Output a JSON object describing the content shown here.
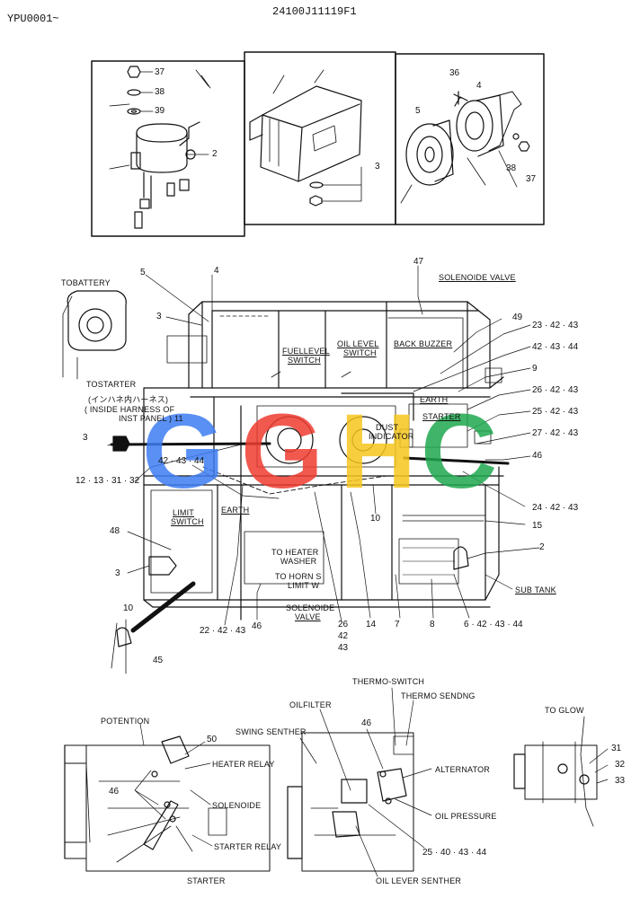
{
  "header": {
    "model_code": "YPU0001~",
    "drawing_number": "24100J11119F1"
  },
  "colors": {
    "line": "#111111",
    "watermark_blue": "#3d7df2",
    "watermark_red": "#ee3b2f",
    "watermark_yellow": "#f6c51c",
    "watermark_green": "#1fa84f"
  },
  "watermark": {
    "text": "GGHC"
  },
  "top_panels": {
    "left": {
      "callouts": [
        "37",
        "38",
        "39",
        "2"
      ]
    },
    "middle": {
      "callouts": [
        "3"
      ]
    },
    "right": {
      "callouts": [
        "36",
        "4",
        "5",
        "38",
        "37"
      ]
    }
  },
  "main": {
    "to_battery": "TOBATTERY",
    "to_starter": "TOSTARTER",
    "inside_harness_jp": "(インハネ内ハーネス)",
    "inside_harness_en_1": "( INSIDE HARNESS OF",
    "inside_harness_en_2": "INST PANEL ) 11",
    "solenoide_valve_top": "SOLENOIDE VALVE",
    "fuel_level_switch_1": "FUELLEVEL",
    "fuel_level_switch_2": "SWITCH",
    "oil_level_switch_1": "OIL LEVEL",
    "oil_level_switch_2": "SWITCH",
    "back_buzzer": "BACK BUZZER",
    "earth_right": "EARTH",
    "starter": "STARTER",
    "dust_indicator_1": "DUST",
    "dust_indicator_2": "INDICATOR",
    "earth_left": "EARTH",
    "limit_switch_1": "LIMIT",
    "limit_switch_2": "SWITCH",
    "heater_washer_1": "TO HEATER",
    "heater_washer_2": "WASHER",
    "horn_limit_1": "TO HORN S",
    "horn_limit_2": "LIMIT   W",
    "solenoide_valve_bottom_1": "SOLENOIDE",
    "solenoide_valve_bottom_2": "VALVE",
    "sub_tank": "SUB TANK",
    "callouts": {
      "c47": "47",
      "c5": "5",
      "c4": "4",
      "c3a": "3",
      "c49": "49",
      "c23": "23 · 42 · 43",
      "c42a": "42 · 43 · 44",
      "c9": "9",
      "c26a": "26 · 42 · 43",
      "c25": "25 · 42 · 43",
      "c3b": "3",
      "c27": "27 · 42 · 43",
      "c12": "12 · 13 · 31 · 32",
      "c42b": "42 · 43 · 44",
      "c46a": "46",
      "c24": "24 · 42 · 43",
      "c10a": "10",
      "c15": "15",
      "c48": "48",
      "c2": "2",
      "c3c": "3",
      "c10b": "10",
      "c45": "45",
      "c22": "22 · 42 · 43",
      "c46b": "46",
      "c26b": "26",
      "c42c": "42",
      "c43": "43",
      "c14": "14",
      "c7": "7",
      "c8": "8",
      "c6": "6 · 42 · 43 · 44"
    }
  },
  "bottom": {
    "potention": "POTENTION",
    "c50": "50",
    "heater_relay": "HEATER RELAY",
    "c46c": "46",
    "solenoide": "SOLENOIDE",
    "starter_relay": "STARTER RELAY",
    "starter": "STARTER",
    "swing_senther": "SWING SENTHER",
    "oil_filter": "OILFILTER",
    "thermo_switch": "THERMO-SWITCH",
    "thermo_sending": "THERMO SENDNG",
    "c46d": "46",
    "alternator": "ALTERNATOR",
    "oil_pressure": "OIL  PRESSURE",
    "c25b": "25 · 40 · 43 · 44",
    "oil_lever_senther": "OIL LEVER SENTHER",
    "to_glow": "TO GLOW",
    "c31": "31",
    "c32": "32",
    "c33": "33"
  }
}
